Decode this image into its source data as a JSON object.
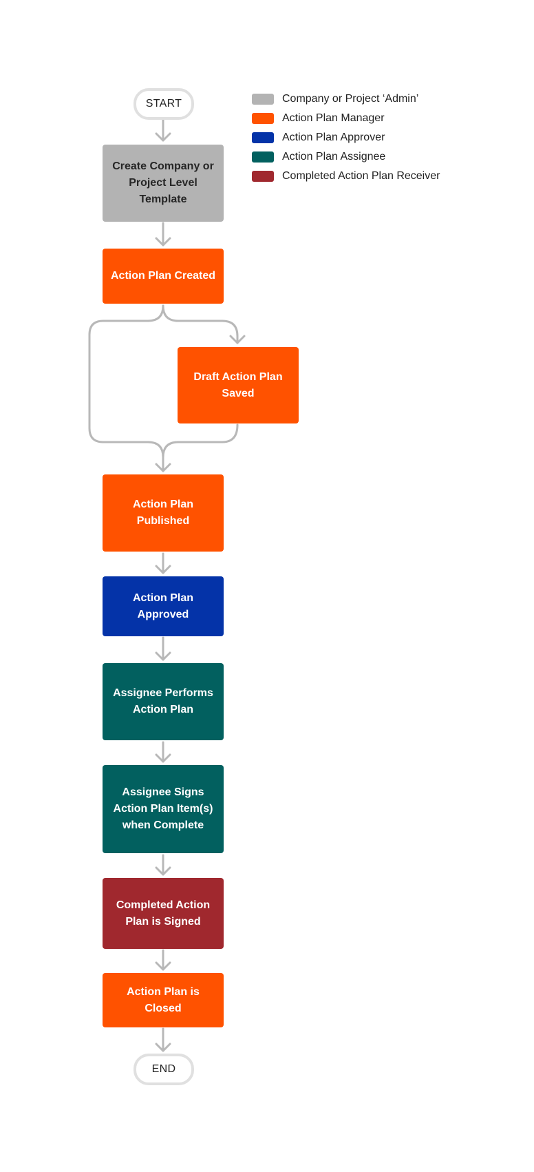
{
  "flow": {
    "start": "START",
    "end": "END",
    "create_template": "Create Company or Project Level Template",
    "created": "Action Plan Created",
    "draft_saved": "Draft Action Plan Saved",
    "published": "Action Plan Published",
    "approved": "Action Plan Approved",
    "performs": "Assignee Performs Action Plan",
    "signs": "Assignee Signs Action Plan Item(s) when Complete",
    "completed_signed": "Completed Action Plan is Signed",
    "closed": "Action Plan is Closed"
  },
  "legend": {
    "items": [
      {
        "label": "Company or Project ‘Admin’",
        "color": "#b3b3b3"
      },
      {
        "label": "Action Plan Manager",
        "color": "#ff5200"
      },
      {
        "label": "Action Plan Approver",
        "color": "#0433a8"
      },
      {
        "label": "Action Plan Assignee",
        "color": "#02605f"
      },
      {
        "label": "Completed Action Plan Receiver",
        "color": "#a0282e"
      }
    ]
  },
  "colors": {
    "admin": "#b3b3b3",
    "manager": "#ff5200",
    "approver": "#0433a8",
    "assignee": "#02605f",
    "receiver": "#a0282e",
    "connector": "#b8b8b8"
  }
}
